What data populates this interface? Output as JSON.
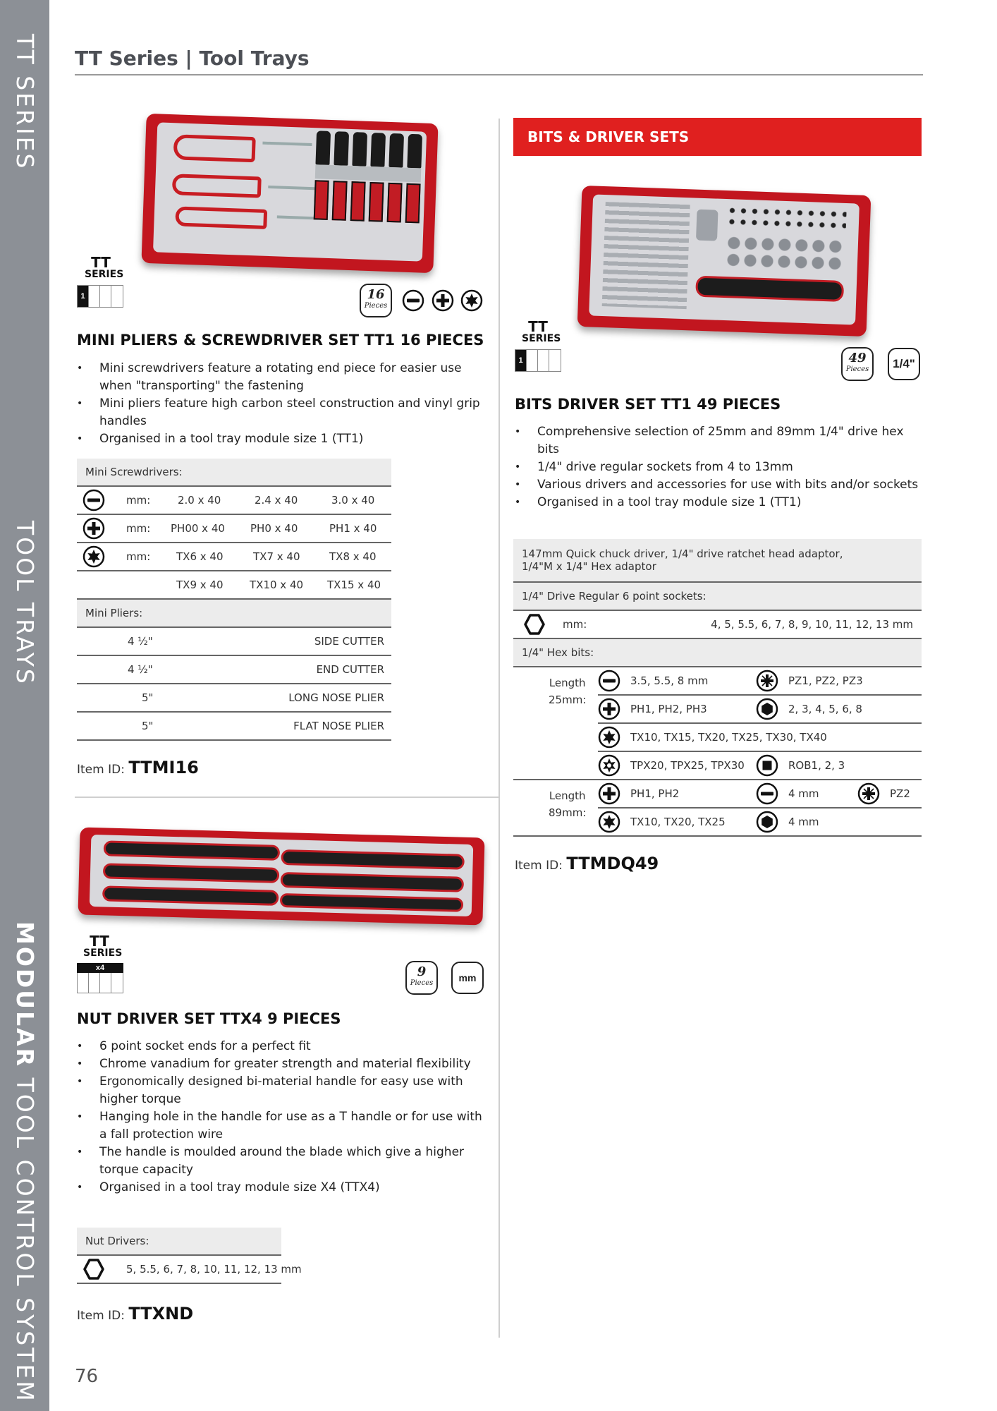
{
  "sidebar": {
    "tt_series": "TT SERIES",
    "tool_trays": "TOOL TRAYS",
    "modular_bold": "MODULAR",
    "tool_control_system": "TOOL CONTROL SYSTEM"
  },
  "page": {
    "title": "TT Series | Tool Trays",
    "page_number": "76"
  },
  "badge": {
    "tt": "TT",
    "series": "SERIES",
    "pieces_label": "Pieces",
    "size1": "1",
    "sizex4": "x4"
  },
  "colors": {
    "brand_red": "#e0201f",
    "sidebar_grey": "#8c9096"
  },
  "product1": {
    "pieces": "16",
    "icons": [
      "slotted-icon",
      "phillips-icon",
      "torx-icon"
    ],
    "title": "MINI PLIERS & SCREWDRIVER SET TT1 16 PIECES",
    "bullets": [
      "Mini screwdrivers feature a rotating end piece for easier use when \"transporting\" the fastening",
      "Mini pliers feature high carbon steel construction and vinyl grip handles",
      "Organised in a tool tray module size 1 (TT1)"
    ],
    "screwdrivers_label": "Mini Screwdrivers:",
    "unit": "mm:",
    "screwdriver_rows": [
      {
        "icon": "slotted-icon",
        "unit": "mm:",
        "values": [
          "2.0 x 40",
          "2.4 x 40",
          "3.0 x 40"
        ]
      },
      {
        "icon": "phillips-icon",
        "unit": "mm:",
        "values": [
          "PH00 x 40",
          "PH0 x 40",
          "PH1 x 40"
        ]
      },
      {
        "icon": "torx-icon",
        "unit": "mm:",
        "values": [
          "TX6 x 40",
          "TX7 x 40",
          "TX8 x 40"
        ]
      },
      {
        "icon": "",
        "unit": "",
        "values": [
          "TX9 x 40",
          "TX10 x 40",
          "TX15 x 40"
        ]
      }
    ],
    "pliers_label": "Mini Pliers:",
    "pliers_rows": [
      {
        "size": "4 ½\"",
        "name": "SIDE CUTTER"
      },
      {
        "size": "4 ½\"",
        "name": "END CUTTER"
      },
      {
        "size": "5\"",
        "name": "LONG NOSE PLIER"
      },
      {
        "size": "5\"",
        "name": "FLAT NOSE PLIER"
      }
    ],
    "item_label": "Item ID:",
    "item_id": "TTMI16"
  },
  "product2": {
    "pieces": "9",
    "unit_badge": "mm",
    "title": "NUT DRIVER SET TTX4 9 PIECES",
    "bullets": [
      "6 point socket ends for a perfect fit",
      "Chrome vanadium for greater strength and material flexibility",
      "Ergonomically designed bi-material handle for easy use with higher torque",
      "Hanging hole in the handle for use as a T handle or for use with a fall protection wire",
      "The handle is moulded around the blade which give a higher torque capacity",
      "Organised in a tool tray module size X4 (TTX4)"
    ],
    "nut_label": "Nut Drivers:",
    "nut_values": "5, 5.5, 6, 7, 8, 10, 11, 12, 13 mm",
    "item_label": "Item ID:",
    "item_id": "TTXND"
  },
  "product3": {
    "section_header": "BITS & DRIVER SETS",
    "pieces": "49",
    "drive_badge": "1/4\"",
    "title": "BITS DRIVER SET TT1 49 PIECES",
    "bullets": [
      "Comprehensive selection of 25mm and 89mm 1/4\" drive hex bits",
      "1/4\" drive regular sockets from 4 to 13mm",
      "Various drivers and accessories for use with bits and/or sockets",
      "Organised in a tool tray module size 1 (TT1)"
    ],
    "accessories_line1": "147mm Quick chuck driver, 1/4\" drive ratchet head adaptor,",
    "accessories_line2": "1/4\"M x 1/4\" Hex adaptor",
    "sockets_label": "1/4\" Drive Regular 6 point sockets:",
    "sockets_unit": "mm:",
    "sockets_values": "4, 5, 5.5, 6, 7, 8, 9, 10, 11, 12, 13 mm",
    "hexbits_label": "1/4\" Hex bits:",
    "length_label": "Length",
    "len25": "25mm:",
    "len89": "89mm:",
    "bits25": [
      {
        "icon1": "slotted-icon",
        "v1": "3.5, 5.5, 8 mm",
        "icon2": "pozidriv-icon",
        "v2": "PZ1, PZ2, PZ3"
      },
      {
        "icon1": "phillips-icon",
        "v1": "PH1, PH2, PH3",
        "icon2": "hex-icon",
        "v2": "2, 3, 4, 5, 6, 8"
      },
      {
        "icon1": "torx-icon",
        "v1": "TX10, TX15, TX20, TX25, TX30, TX40",
        "icon2": "",
        "v2": ""
      },
      {
        "icon1": "torx-plus-icon",
        "v1": "TPX20, TPX25, TPX30",
        "icon2": "robertson-icon",
        "v2": "ROB1, 2, 3"
      }
    ],
    "bits89": [
      {
        "v1": "PH1, PH2",
        "v2": "4 mm",
        "v3": "PZ2"
      },
      {
        "v1": "TX10, TX20, TX25",
        "v2": "4 mm"
      }
    ],
    "item_label": "Item ID:",
    "item_id": "TTMDQ49"
  }
}
